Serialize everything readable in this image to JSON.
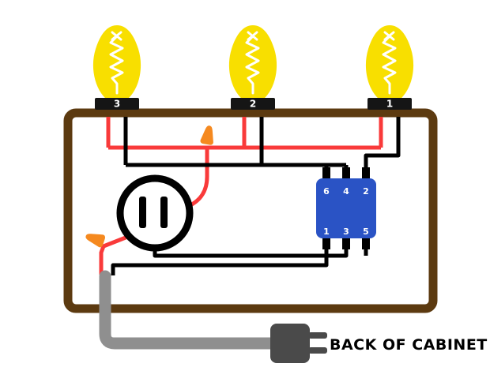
{
  "diagram": {
    "caption": "BACK OF CABINET"
  },
  "bulbs": [
    {
      "label": "3"
    },
    {
      "label": "2"
    },
    {
      "label": "1"
    }
  ],
  "terminal_block": {
    "top_pins": [
      "6",
      "4",
      "2"
    ],
    "bottom_pins": [
      "1",
      "3",
      "5"
    ]
  },
  "colors": {
    "cabinet_brown": "#5c3a10",
    "wire_red": "#f93a3a",
    "wire_black": "#000000",
    "bulb_yellow": "#f8df00",
    "switch_blue": "#2a53c5",
    "nut_orange": "#f5891f",
    "cable_gray": "#8f8f8f",
    "plug_gray": "#4a4a4a",
    "base_black": "#151515"
  }
}
